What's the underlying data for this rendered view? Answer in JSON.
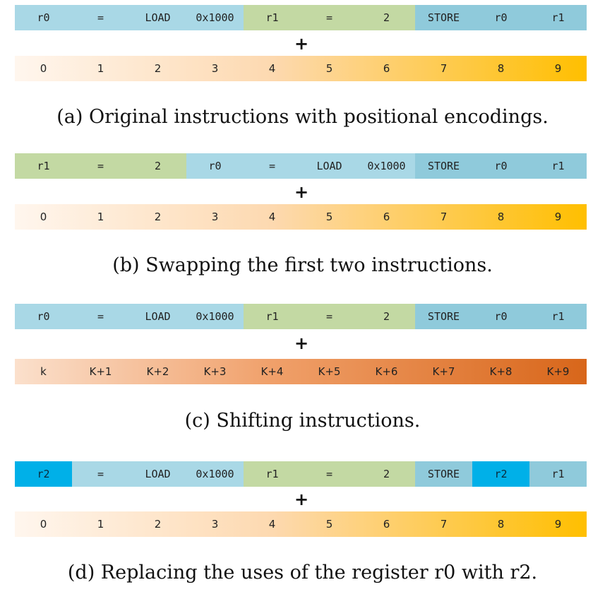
{
  "colors": {
    "blue": "#a9d8e6",
    "green": "#c3d9a3",
    "teal": "#8fcadb",
    "bright": "#00b0e8"
  },
  "panels": [
    {
      "tokens": [
        {
          "text": "r0",
          "color": "blue"
        },
        {
          "text": "=",
          "color": "blue"
        },
        {
          "text": "LOAD",
          "color": "blue"
        },
        {
          "text": "0x1000",
          "color": "blue"
        },
        {
          "text": "r1",
          "color": "green"
        },
        {
          "text": "=",
          "color": "green"
        },
        {
          "text": "2",
          "color": "green"
        },
        {
          "text": "STORE",
          "color": "teal"
        },
        {
          "text": "r0",
          "color": "teal"
        },
        {
          "text": "r1",
          "color": "teal"
        }
      ],
      "plus": "+",
      "positions": [
        "0",
        "1",
        "2",
        "3",
        "4",
        "5",
        "6",
        "7",
        "8",
        "9"
      ],
      "gradient": [
        "#fff6ee",
        "#fdd9b0",
        "#ffbf00"
      ],
      "caption": "(a) Original instructions with positional encodings."
    },
    {
      "tokens": [
        {
          "text": "r1",
          "color": "green"
        },
        {
          "text": "=",
          "color": "green"
        },
        {
          "text": "2",
          "color": "green"
        },
        {
          "text": "r0",
          "color": "blue"
        },
        {
          "text": "=",
          "color": "blue"
        },
        {
          "text": "LOAD",
          "color": "blue"
        },
        {
          "text": "0x1000",
          "color": "blue"
        },
        {
          "text": "STORE",
          "color": "teal"
        },
        {
          "text": "r0",
          "color": "teal"
        },
        {
          "text": "r1",
          "color": "teal"
        }
      ],
      "plus": "+",
      "positions": [
        "0",
        "1",
        "2",
        "3",
        "4",
        "5",
        "6",
        "7",
        "8",
        "9"
      ],
      "gradient": [
        "#fff6ee",
        "#fdd9b0",
        "#ffbf00"
      ],
      "caption": "(b) Swapping the first two instructions."
    },
    {
      "tokens": [
        {
          "text": "r0",
          "color": "blue"
        },
        {
          "text": "=",
          "color": "blue"
        },
        {
          "text": "LOAD",
          "color": "blue"
        },
        {
          "text": "0x1000",
          "color": "blue"
        },
        {
          "text": "r1",
          "color": "green"
        },
        {
          "text": "=",
          "color": "green"
        },
        {
          "text": "2",
          "color": "green"
        },
        {
          "text": "STORE",
          "color": "teal"
        },
        {
          "text": "r0",
          "color": "teal"
        },
        {
          "text": "r1",
          "color": "teal"
        }
      ],
      "plus": "+",
      "positions": [
        "k",
        "K+1",
        "K+2",
        "K+3",
        "K+4",
        "K+5",
        "K+6",
        "K+7",
        "K+8",
        "K+9"
      ],
      "gradient": [
        "#fbe0cc",
        "#f0a06a",
        "#d8661a"
      ],
      "caption": "(c) Shifting instructions."
    },
    {
      "tokens": [
        {
          "text": "r2",
          "color": "bright"
        },
        {
          "text": "=",
          "color": "blue"
        },
        {
          "text": "LOAD",
          "color": "blue"
        },
        {
          "text": "0x1000",
          "color": "blue"
        },
        {
          "text": "r1",
          "color": "green"
        },
        {
          "text": "=",
          "color": "green"
        },
        {
          "text": "2",
          "color": "green"
        },
        {
          "text": "STORE",
          "color": "teal"
        },
        {
          "text": "r2",
          "color": "bright"
        },
        {
          "text": "r1",
          "color": "teal"
        }
      ],
      "plus": "+",
      "positions": [
        "0",
        "1",
        "2",
        "3",
        "4",
        "5",
        "6",
        "7",
        "8",
        "9"
      ],
      "gradient": [
        "#fff6ee",
        "#fdd9b0",
        "#ffbf00"
      ],
      "caption": "(d) Replacing the uses of the register r0 with r2."
    }
  ]
}
